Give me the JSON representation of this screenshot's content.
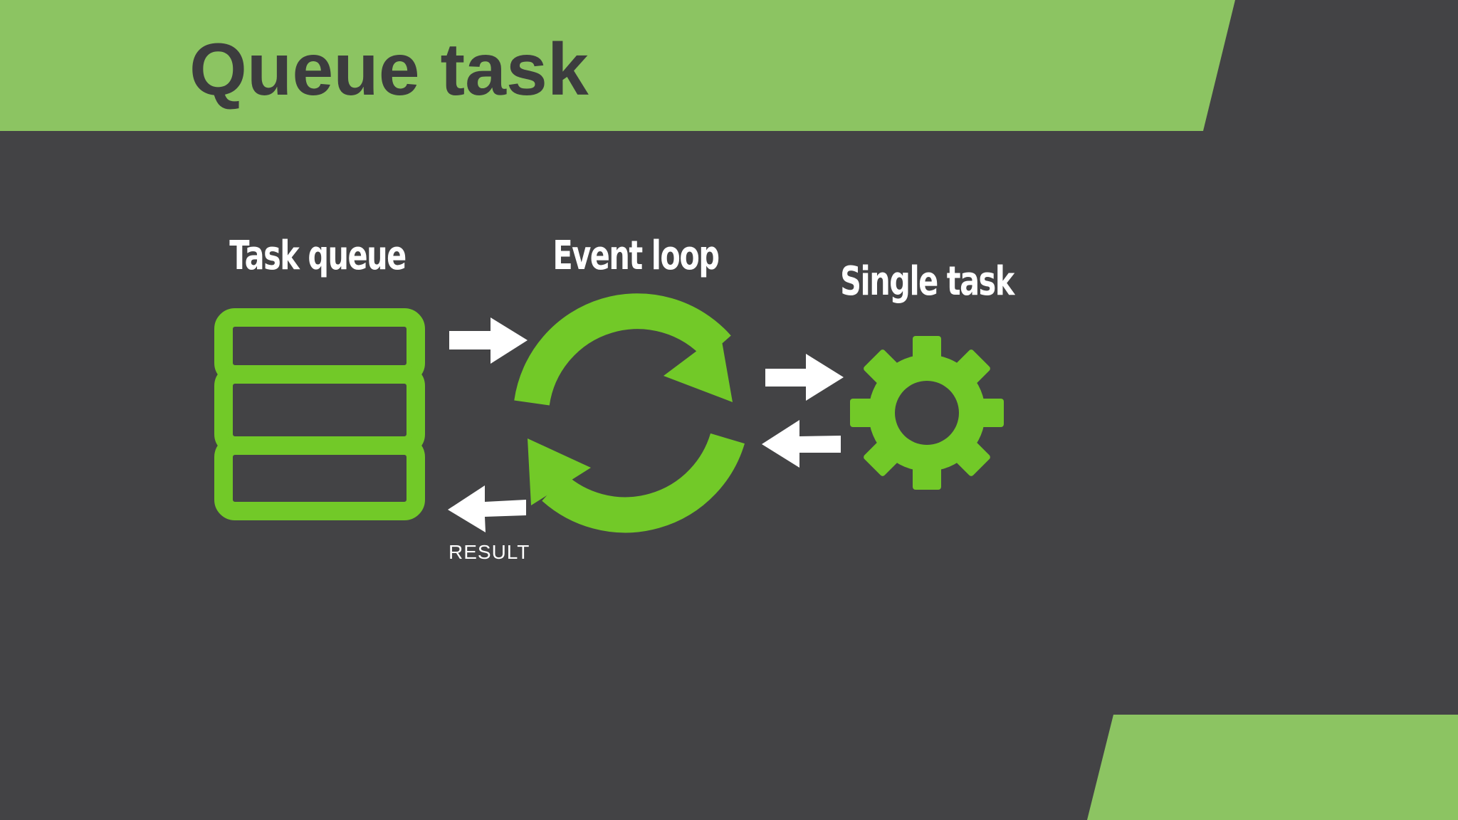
{
  "slide": {
    "title": "Queue task"
  },
  "diagram": {
    "task_queue_label": "Task queue",
    "event_loop_label": "Event loop",
    "single_task_label": "Single task",
    "result_label": "RESULT"
  },
  "colors": {
    "green_band": "#8cc462",
    "icon_green": "#72c928",
    "background": "#434345",
    "title_text": "#3c3c3e",
    "arrow": "#ffffff"
  },
  "icons": {
    "task_queue": "stacked-list-icon",
    "event_loop": "cycle-arrows-icon",
    "single_task": "gear-icon"
  }
}
